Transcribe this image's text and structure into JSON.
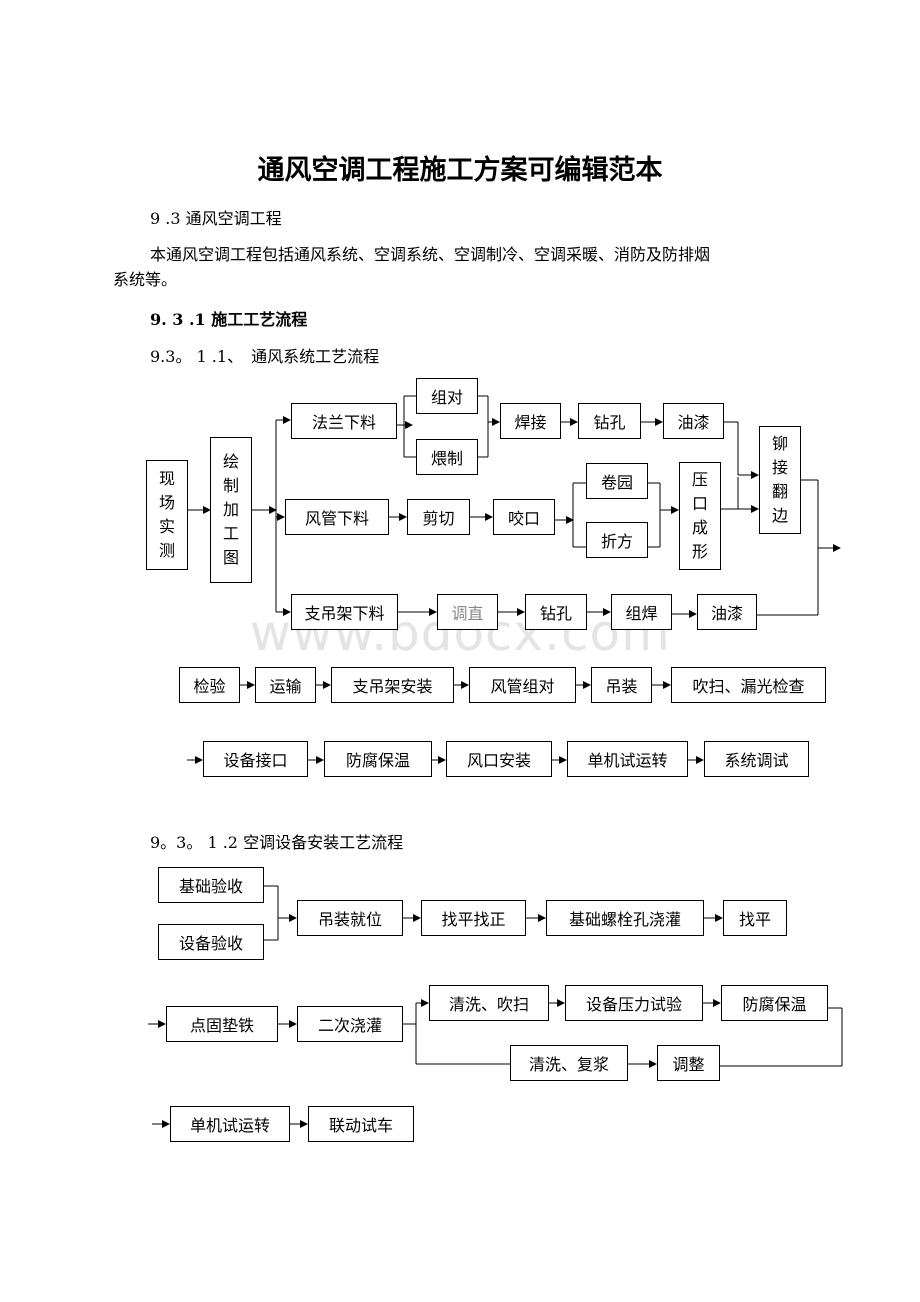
{
  "doc": {
    "title": "通风空调工程施工方案可编辑范本",
    "section": "9 .3 通风空调工程",
    "intro_line1": "本通风空调工程包括通风系统、空调系统、空调制冷、空调采暖、消防及防排烟",
    "intro_line2": "系统等。",
    "heading_931": "9. 3 .1 施工工艺流程",
    "heading_9311": "9.3。 1 .1、　通风系统工艺流程",
    "heading_9312": "9。3。 1 .2 空调设备安装工艺流程",
    "watermark": "www.bdocx.com"
  },
  "flow1": {
    "survey": "现场实测",
    "drawing": "绘制加工图",
    "flange": "法兰下料",
    "pairing": "组对",
    "welding_b": "煨制",
    "weld": "焊接",
    "drill": "钻孔",
    "paint": "油漆",
    "rivet": "铆接翻边",
    "duct_cut": "风管下料",
    "shear": "剪切",
    "bite": "咬口",
    "roll": "卷园",
    "fold": "折方",
    "press": "压口成形",
    "hanger_cut": "支吊架下料",
    "straighten": "调直",
    "drill2": "钻孔",
    "assemble_weld": "组焊",
    "paint2": "油漆",
    "row2": [
      "检验",
      "运输",
      "支吊架安装",
      "风管组对",
      "吊装",
      "吹扫、漏光检查"
    ],
    "row3": [
      "设备接口",
      "防腐保温",
      "风口安装",
      "单机试运转",
      "系统调试"
    ]
  },
  "flow2": {
    "foundation_check": "基础验收",
    "equip_check": "设备验收",
    "hoist": "吊装就位",
    "level_align": "找平找正",
    "bolt_grout": "基础螺栓孔浇灌",
    "level": "找平",
    "shim": "点固垫铁",
    "second_grout": "二次浇灌",
    "clean_blow": "清洗、吹扫",
    "pressure_test": "设备压力试验",
    "anticorrosion": "防腐保温",
    "clean_reslurry": "清洗、复浆",
    "adjust": "调整",
    "single_test": "单机试运转",
    "joint_test": "联动试车"
  }
}
